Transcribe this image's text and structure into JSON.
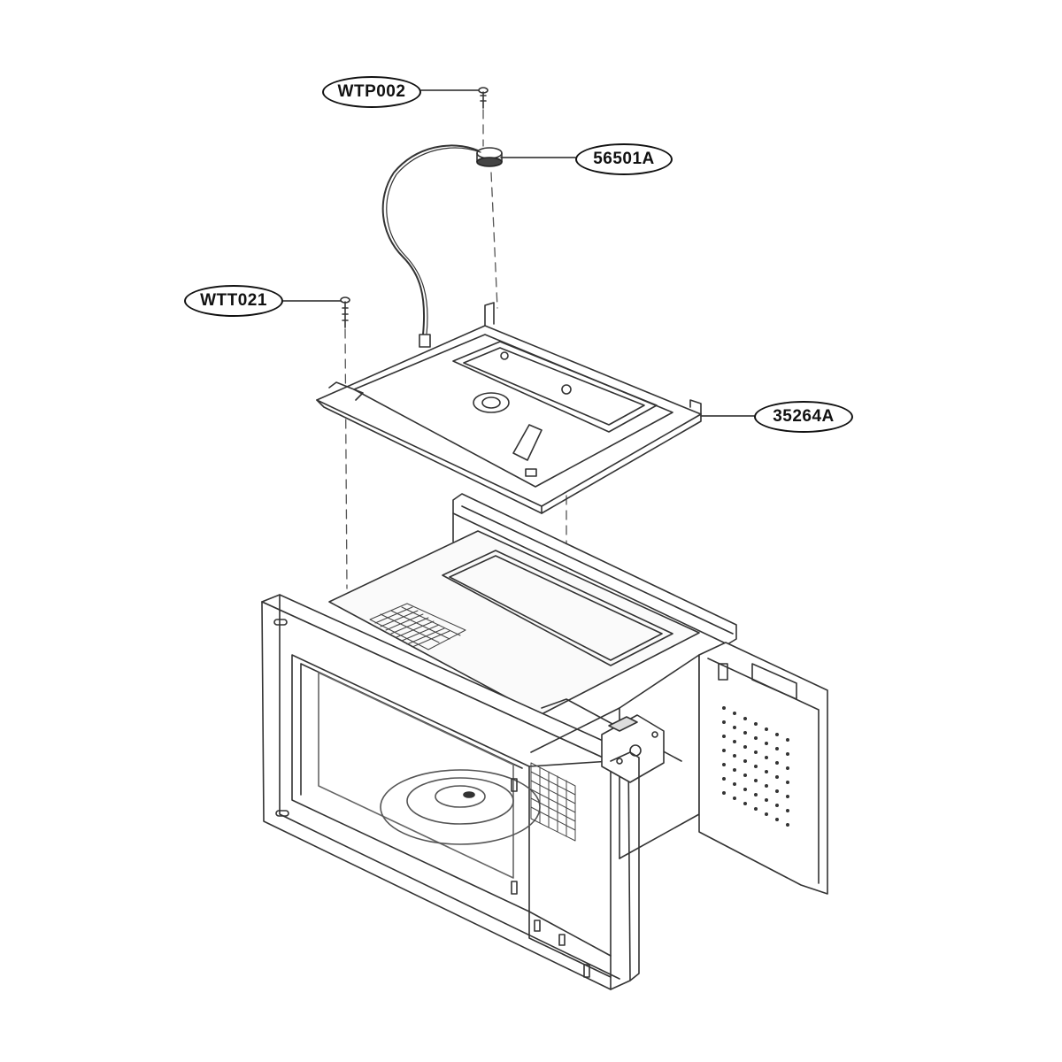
{
  "diagram": {
    "parts": [
      {
        "id": "WTP002",
        "part": "screw"
      },
      {
        "id": "56501A",
        "part": "thermostat"
      },
      {
        "id": "WTT021",
        "part": "screw"
      },
      {
        "id": "35264A",
        "part": "upper plate"
      }
    ]
  }
}
